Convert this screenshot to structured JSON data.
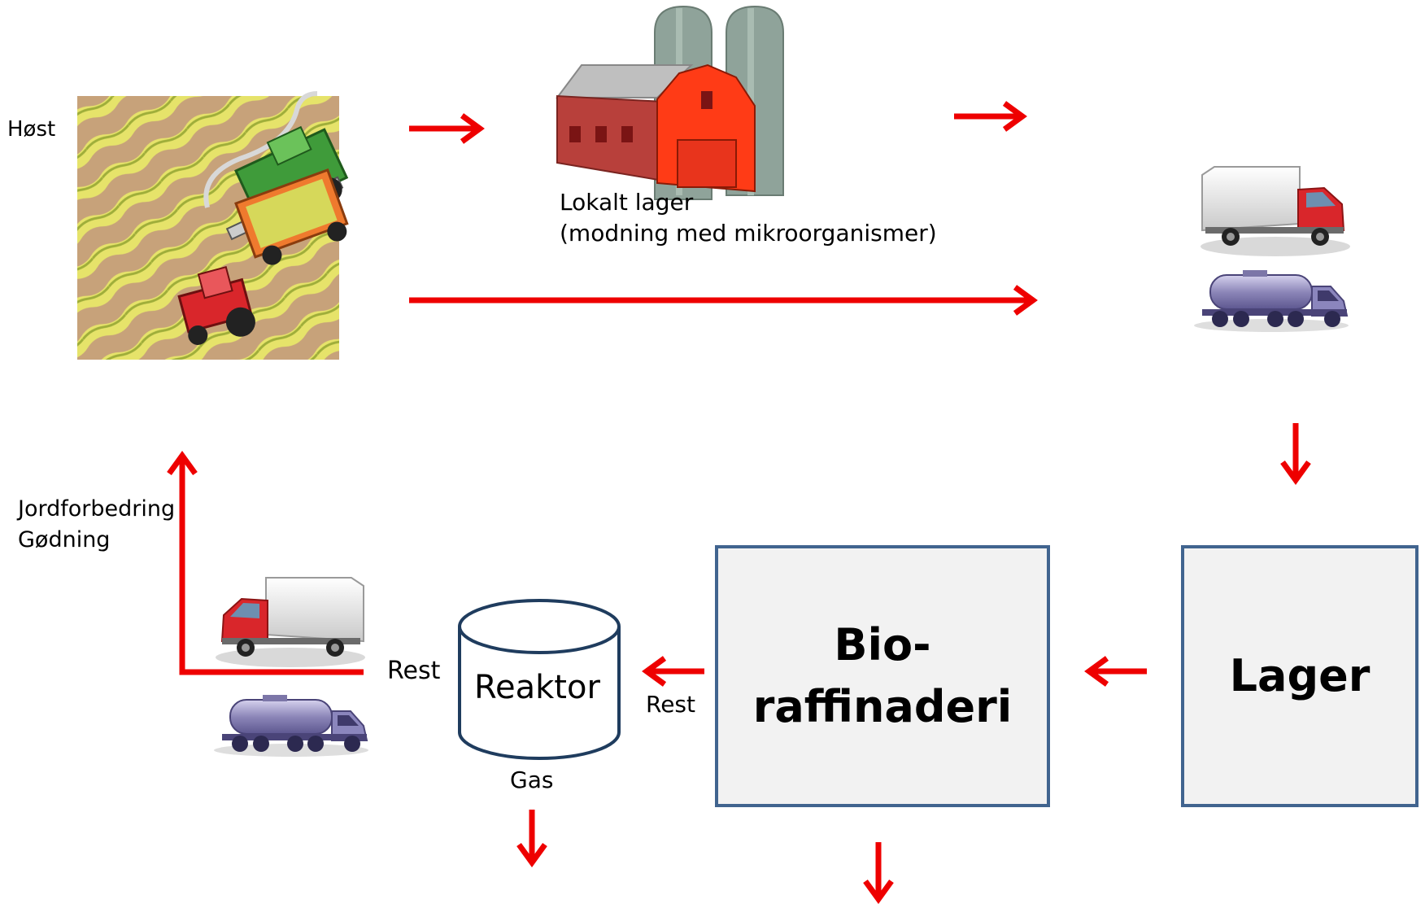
{
  "labels": {
    "harvest": "Høst",
    "local_storage_line1": "Lokalt lager",
    "local_storage_line2": "(modning med mikroorganismer)",
    "soil_line1": "Jordforbedring",
    "soil_line2": "Gødning",
    "rest_left": "Rest",
    "rest_right": "Rest",
    "gas": "Gas"
  },
  "nodes": {
    "reactor": "Reaktor",
    "biorefinery_line1": "Bio-",
    "biorefinery_line2": "raffinaderi",
    "storage": "Lager"
  },
  "icons": [
    "harvest-field-icon",
    "barn-silo-icon",
    "box-truck-icon",
    "tanker-truck-icon",
    "reactor-cylinder-icon"
  ],
  "colors": {
    "arrow": "#ee0000",
    "box_fill": "#f2f2f2",
    "box_border": "#41648f",
    "barn_red": "#e8341c",
    "silo_green": "#8fa39a"
  }
}
